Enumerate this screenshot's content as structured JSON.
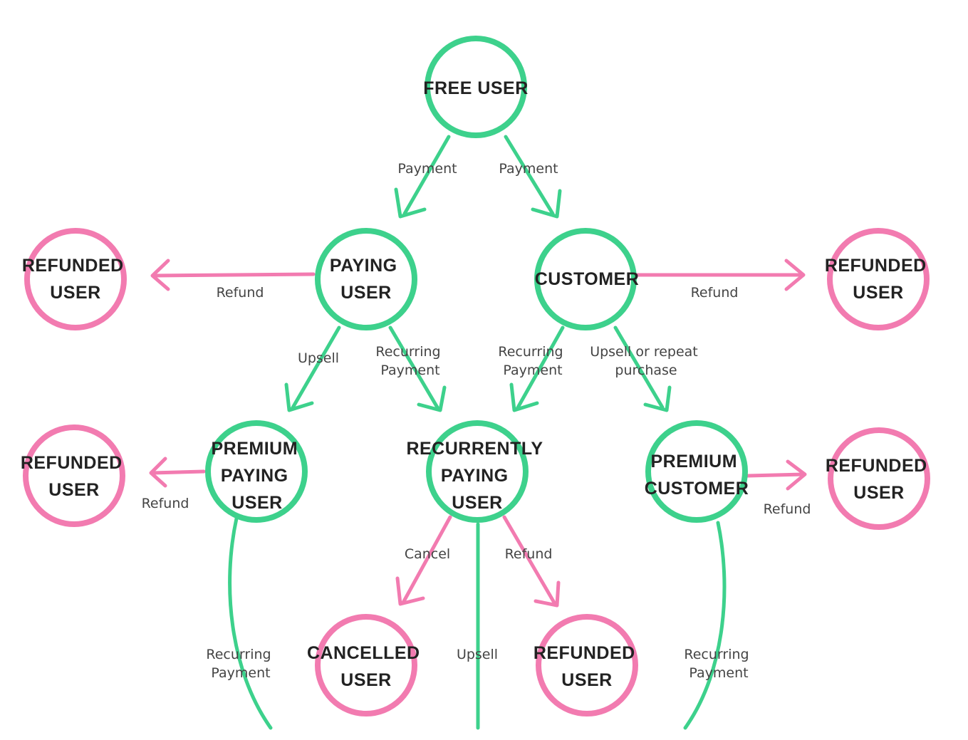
{
  "colors": {
    "green": "#3dd18c",
    "pink": "#f27bb0",
    "text": "#222222",
    "edge_text": "#444444"
  },
  "nodes": {
    "free_user": {
      "lines": [
        "FREE USER"
      ],
      "color": "green"
    },
    "paying_user": {
      "lines": [
        "PAYING",
        "USER"
      ],
      "color": "green"
    },
    "customer": {
      "lines": [
        "CUSTOMER"
      ],
      "color": "green"
    },
    "refunded_left_top": {
      "lines": [
        "REFUNDED",
        "USER"
      ],
      "color": "pink"
    },
    "refunded_right_top": {
      "lines": [
        "REFUNDED",
        "USER"
      ],
      "color": "pink"
    },
    "premium_paying_user": {
      "lines": [
        "PREMIUM",
        "PAYING",
        "USER"
      ],
      "color": "green"
    },
    "recurrently_paying_user": {
      "lines": [
        "RECURRENTLY",
        "PAYING",
        "USER"
      ],
      "color": "green"
    },
    "premium_customer": {
      "lines": [
        "PREMIUM",
        "CUSTOMER"
      ],
      "color": "green"
    },
    "refunded_left_mid": {
      "lines": [
        "REFUNDED",
        "USER"
      ],
      "color": "pink"
    },
    "refunded_right_mid": {
      "lines": [
        "REFUNDED",
        "USER"
      ],
      "color": "pink"
    },
    "cancelled_user": {
      "lines": [
        "CANCELLED",
        "USER"
      ],
      "color": "pink"
    },
    "refunded_bottom": {
      "lines": [
        "REFUNDED",
        "USER"
      ],
      "color": "pink"
    }
  },
  "edges": {
    "free_to_paying": [
      "Payment"
    ],
    "free_to_customer": [
      "Payment"
    ],
    "paying_refund": [
      "Refund"
    ],
    "customer_refund": [
      "Refund"
    ],
    "paying_upsell": [
      "Upsell"
    ],
    "paying_recurring": [
      "Recurring",
      "Payment"
    ],
    "customer_recurring": [
      "Recurring",
      "Payment"
    ],
    "customer_upsell": [
      "Upsell or repeat",
      "purchase"
    ],
    "premium_refund": [
      "Refund"
    ],
    "premium_customer_refund": [
      "Refund"
    ],
    "recurrent_cancel": [
      "Cancel"
    ],
    "recurrent_refund": [
      "Refund"
    ],
    "premium_recurring": [
      "Recurring",
      "Payment"
    ],
    "recurrent_upsell": [
      "Upsell"
    ],
    "premium_customer_recurring": [
      "Recurring",
      "Payment"
    ]
  }
}
